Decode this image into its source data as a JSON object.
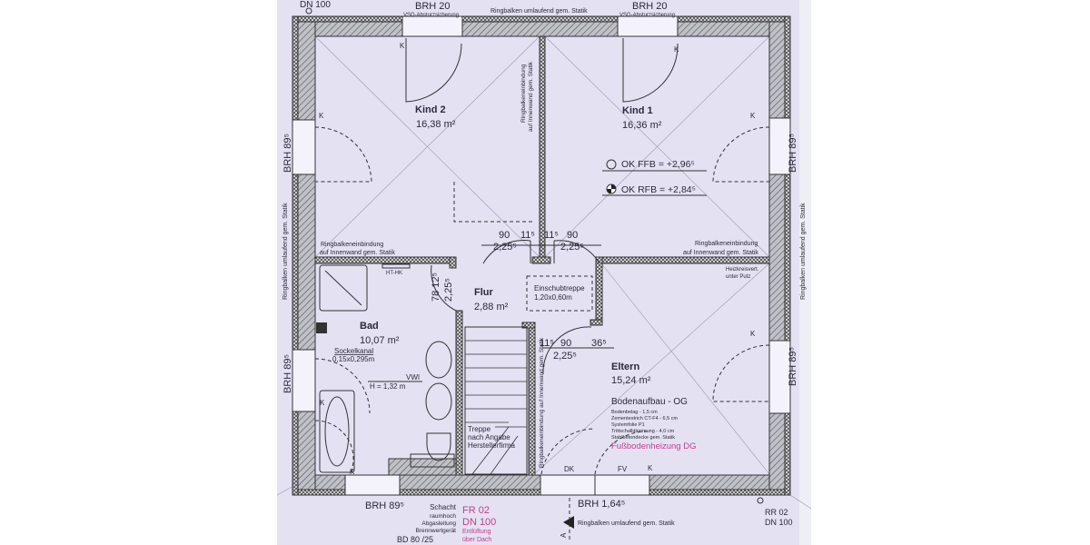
{
  "rooms": {
    "kind2": {
      "name": "Kind 2",
      "area": "16,38 m²"
    },
    "kind1": {
      "name": "Kind 1",
      "area": "16,36 m²"
    },
    "flur": {
      "name": "Flur",
      "area": "2,88 m²"
    },
    "bad": {
      "name": "Bad",
      "area": "10,07 m²"
    },
    "eltern": {
      "name": "Eltern",
      "area": "15,24 m²"
    }
  },
  "windows": {
    "top_left": {
      "brh": "BRH 20",
      "note": "VSG-Absturzsicherung"
    },
    "top_right": {
      "brh": "BRH 20",
      "note": "VSG-Absturzsicherung"
    },
    "left_upper": "BRH 89⁵",
    "left_lower": "BRH 89⁵",
    "right_upper": "BRH 89⁵",
    "right_lower": "BRH 89⁵",
    "bottom_left": "BRH 89⁵",
    "bottom_right": "BRH 1,64⁵",
    "k_label": "K",
    "dk_label": "DK",
    "fv_label": "FV"
  },
  "annotations": {
    "top_dn": "DN 100",
    "ringbalken": "Ringbalken umlaufend gem. Statik",
    "ringbalken_einbindung_1": "Ringbalkeneinbindung",
    "ringbalken_einbindung_2": "auf Innenwand gem. Statik",
    "ringbalken_einbindung_vertical": "Ringbalkeneinbindung auf Innenwand gem. Statik",
    "ok_ffb": "OK FFB = +2,96⁵",
    "ok_rfb": "OK RFB = +2,84⁵",
    "ht_hk": "HT-HK",
    "heizkreis_1": "Heizkreisvert.",
    "heizkreis_2": "unter Putz",
    "einschubtreppe_1": "Einschubtreppe",
    "einschubtreppe_2": "1,20x0,60m",
    "sockelkanal_1": "Sockelkanal",
    "sockelkanal_2": "0,15x0,295m",
    "vwi_1": "VWI",
    "vwi_2": "H = 1,32 m",
    "treppe_1": "Treppe",
    "treppe_2": "nach Angabe",
    "treppe_3": "Herstellerfirma",
    "schacht": [
      "Schacht",
      "raumhoch",
      "Abgasleitung",
      "Brennwertgerät"
    ],
    "bd": "BD 80 /25",
    "fr02": "FR 02",
    "fr_dn": "DN 100",
    "entlueftung_1": "Entlüftung",
    "entlueftung_2": "über Dach",
    "rr02": "RR 02",
    "rr_dn": "DN 100",
    "section_a": "A"
  },
  "dimensions": {
    "d90a": "90",
    "d115a": "11⁵",
    "d115b": "11⁵",
    "d90b": "90",
    "d225a": "2,25⁵",
    "d225b": "2,25⁵",
    "bad_door_1": "78 12⁵",
    "bad_door_2": "2,25⁵",
    "eltern_115": "11⁵",
    "eltern_90": "90",
    "eltern_365": "36⁵",
    "eltern_225": "2,25⁵"
  },
  "floor_build": {
    "title": "Bodenaufbau - OG",
    "layers": [
      "Bodenbelag - 1,5 cm",
      "Zementestrich CT-F4 - 6,5 cm",
      "Systemfolie P1",
      "Trittschalldämmung - 4,0 cm",
      "Stahlbetondecke gem. Statik"
    ],
    "heating": "Fußbodenheizung DG"
  },
  "colors": {
    "paper": "#e4e1f3",
    "accent_pink": "#c0408a",
    "ink": "#2a2a3a"
  }
}
